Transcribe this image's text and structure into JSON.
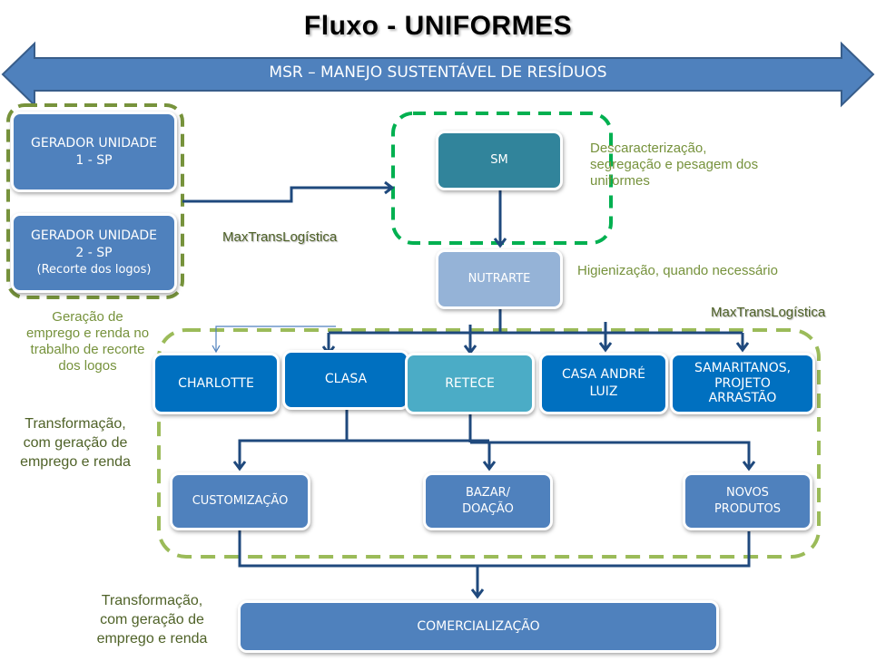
{
  "title": "Fluxo - UNIFORMES",
  "banner": {
    "label": "MSR – MANEJO SUSTENTÁVEL DE RESÍDUOS",
    "icon": "double-arrow-icon"
  },
  "colors": {
    "banner": "#4f81bd",
    "box_mid": "#4f81bd",
    "box_dark": "#0070c0",
    "box_teal": "#31849b",
    "box_light": "#95b3d7",
    "box_cyan": "#4bacc6",
    "connector": "#1f497d",
    "dash_olive": "#9bbb59",
    "dash_green": "#00b050",
    "note_text": "#4f6228"
  },
  "nodes": {
    "gerador1": "GERADOR UNIDADE\n1 - SP",
    "gerador2_line1": "GERADOR UNIDADE\n2 - SP",
    "gerador2_line2": "(Recorte dos logos)",
    "sm": "SM",
    "nutrarte": "NUTRARTE",
    "charlotte": "CHARLOTTE",
    "clasa": "CLASA",
    "retece": "RETECE",
    "casa_andre_luiz": "CASA ANDRÉ\nLUIZ",
    "samaritanos": "SAMARITANOS,\nPROJETO\nARRASTÃO",
    "customizacao": "CUSTOMIZAÇÃO",
    "bazar": "BAZAR/\nDOAÇÃO",
    "novos_produtos": "NOVOS\nPRODUTOS",
    "comercializacao": "COMERCIALIZAÇÃO"
  },
  "notes": {
    "logistics_1": "MaxTransLogística",
    "logistics_2": "MaxTransLogística",
    "sm_desc": "Descaracterização,\nsegregação e pesagem dos\nuniformes",
    "nutrarte_desc": "Higienização, quando necessário",
    "gerador_desc": "Geração de\nemprego e renda no\ntrabalho de recorte\ndos logos",
    "transform_1": "Transformação,\ncom geração de\nemprego e renda",
    "transform_2": "Transformação,\ncom geração de\nemprego e renda"
  }
}
